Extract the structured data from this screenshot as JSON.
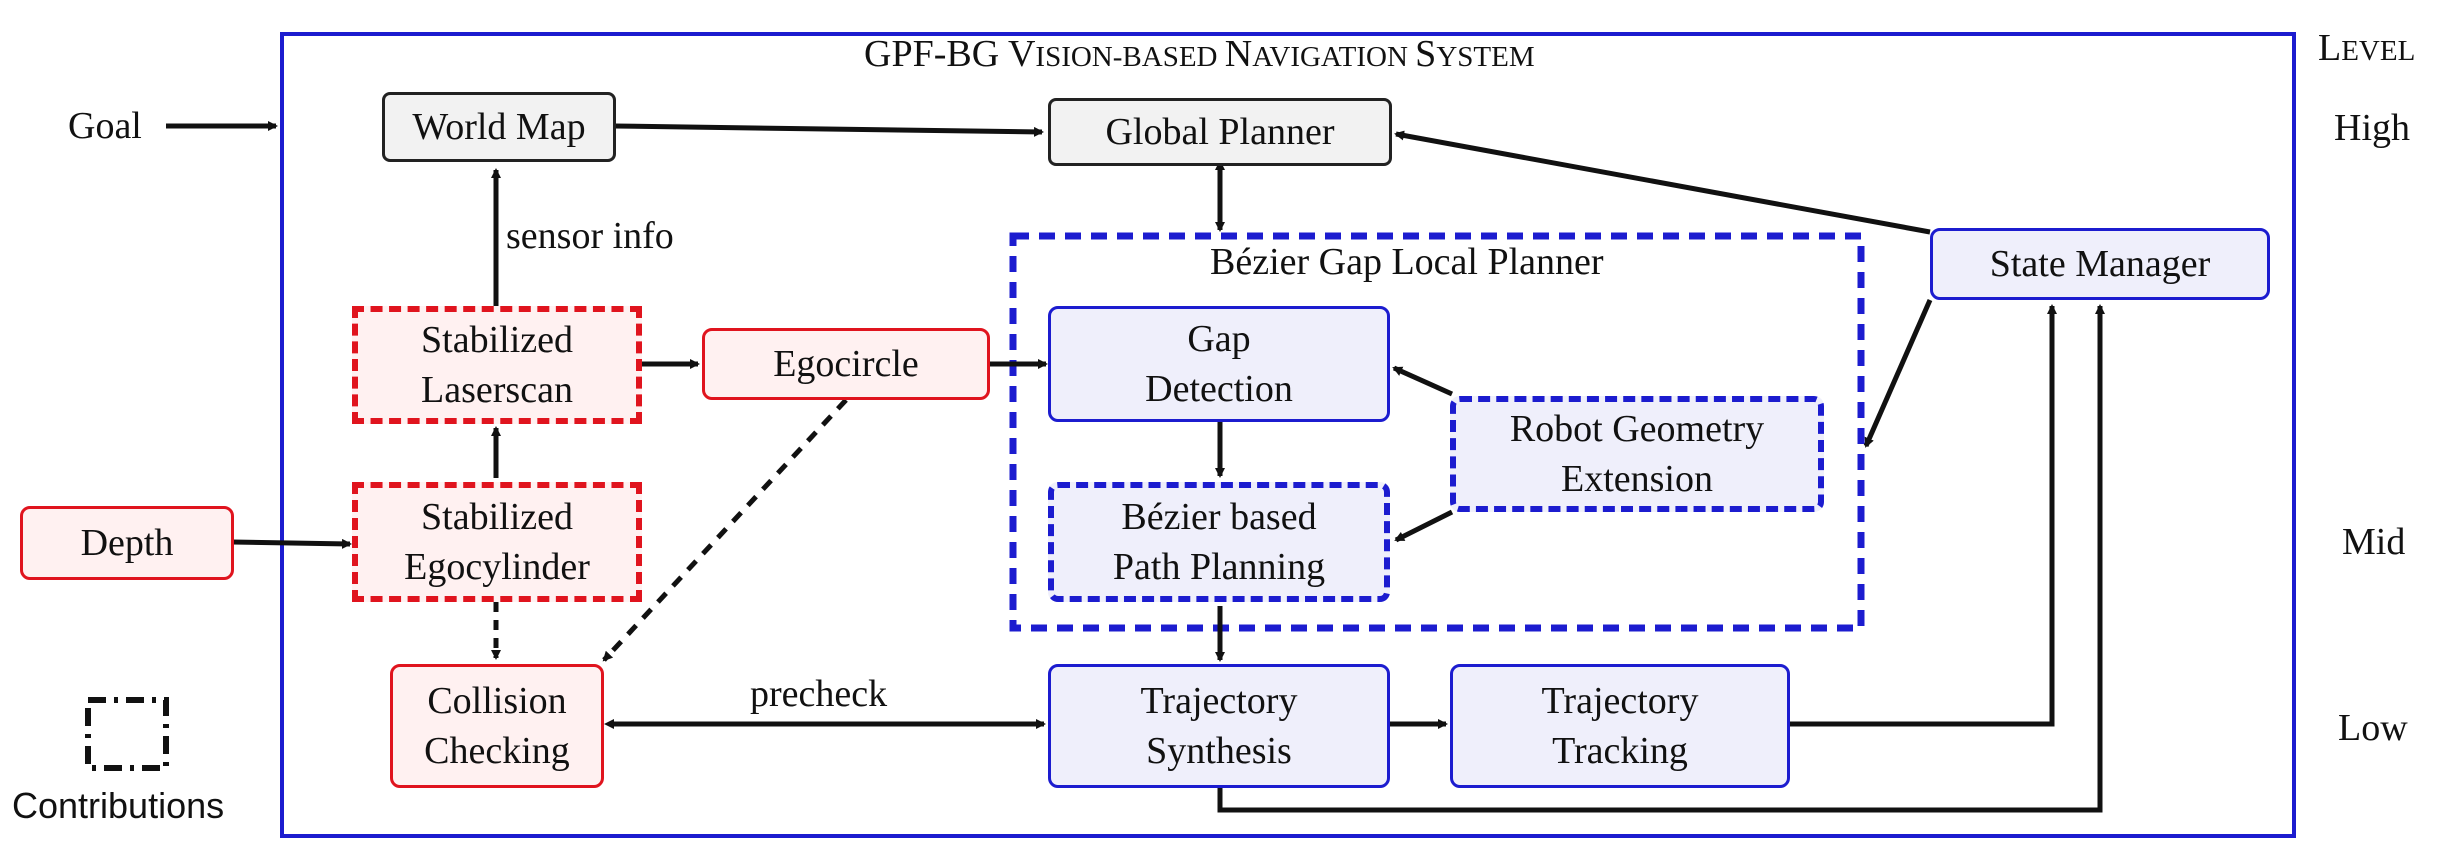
{
  "title": {
    "parts": [
      {
        "t": "GPF-BG ",
        "sc": false
      },
      {
        "t": "V",
        "sc": false
      },
      {
        "t": "ISION-BASED ",
        "sc": true
      },
      {
        "t": "N",
        "sc": false
      },
      {
        "t": "AVIGATION ",
        "sc": true
      },
      {
        "t": "S",
        "sc": false
      },
      {
        "t": "YSTEM",
        "sc": true
      }
    ]
  },
  "level": {
    "parts": [
      {
        "t": "L",
        "sc": false
      },
      {
        "t": "EVEL",
        "sc": true
      }
    ],
    "high": "High",
    "mid": "Mid",
    "low": "Low"
  },
  "inputs": {
    "goal": "Goal",
    "depth": "Depth"
  },
  "legend": {
    "label": "Contributions"
  },
  "nodes": {
    "world_map": "World Map",
    "global_planner": "Global Planner",
    "state_manager": "State Manager",
    "stabilized_laserscan": [
      "Stabilized",
      "Laserscan"
    ],
    "stabilized_egocylinder": [
      "Stabilized",
      "Egocylinder"
    ],
    "egocircle": "Egocircle",
    "gap_detection": [
      "Gap",
      "Detection"
    ],
    "robot_geometry_extension": [
      "Robot Geometry",
      "Extension"
    ],
    "bezier_path_planning": [
      "Bézier based",
      "Path Planning"
    ],
    "collision_checking": [
      "Collision",
      "Checking"
    ],
    "trajectory_synthesis": [
      "Trajectory",
      "Synthesis"
    ],
    "trajectory_tracking": [
      "Trajectory",
      "Tracking"
    ]
  },
  "group_label": "Bézier Gap Local Planner",
  "edge_labels": {
    "sensor_info": "sensor info",
    "precheck": "precheck"
  },
  "colors": {
    "red": "#e0141e",
    "blue": "#1c1ccf",
    "black": "#111111"
  }
}
